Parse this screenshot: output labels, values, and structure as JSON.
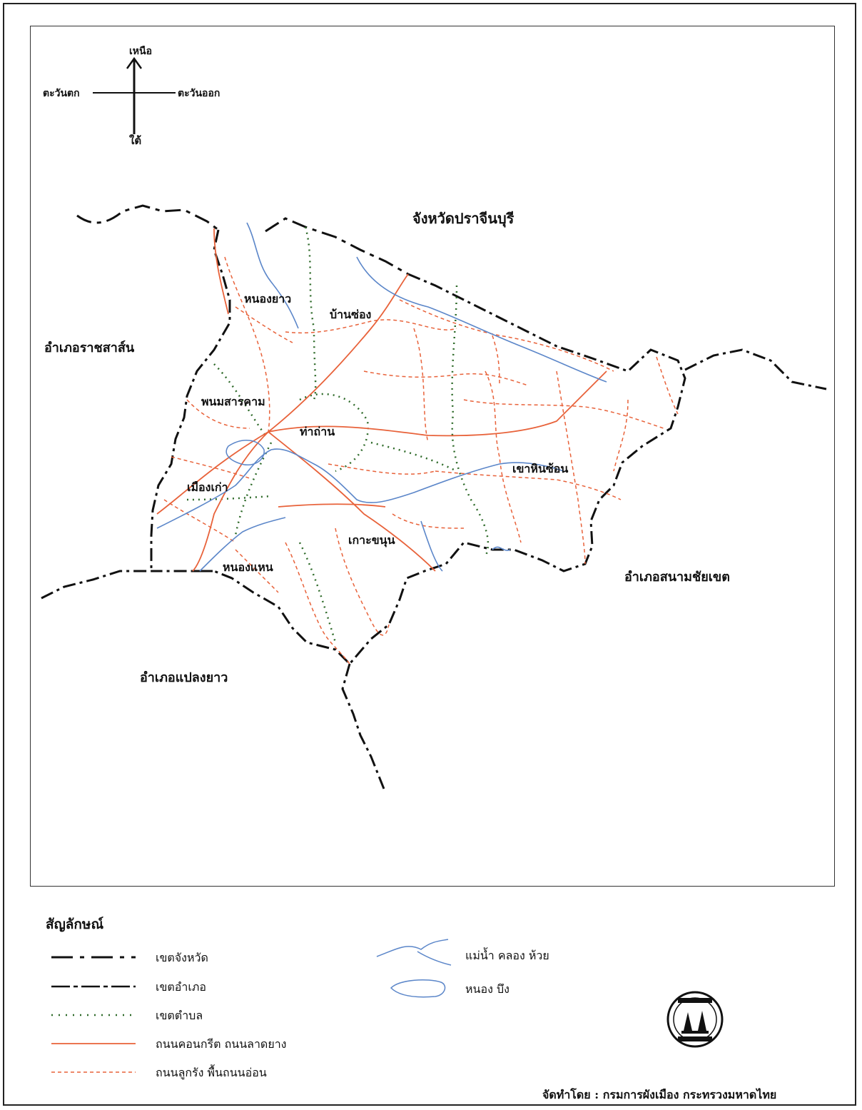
{
  "compass": {
    "north": "เหนือ",
    "south": "ใต้",
    "east": "ตะวันออก",
    "west": "ตะวันตก"
  },
  "province_label": "จังหวัดปราจีนบุรี",
  "district_labels": {
    "west": "อำเภอราชสาส์น",
    "southeast": "อำเภอสนามชัยเขต",
    "southwest": "อำเภอแปลงยาว"
  },
  "subdistrict_labels": [
    "หนองยาว",
    "บ้านซ่อง",
    "พนมสารคาม",
    "ท่าถ่าน",
    "เมืองเก่า",
    "เขาหินซ้อน",
    "เกาะขนุน",
    "หนองแหน"
  ],
  "legend": {
    "title": "สัญลักษณ์",
    "items": [
      {
        "label": "เขตจังหวัด",
        "symbol": "province-boundary"
      },
      {
        "label": "เขตอำเภอ",
        "symbol": "district-boundary"
      },
      {
        "label": "เขตตำบล",
        "symbol": "subdistrict-boundary"
      },
      {
        "label": "ถนนคอนกรีต ถนนลาดยาง",
        "symbol": "paved-road"
      },
      {
        "label": "ถนนลูกรัง พื้นถนนอ่อน",
        "symbol": "laterite-road"
      },
      {
        "label": "แม่น้ำ คลอง ห้วย",
        "symbol": "river"
      },
      {
        "label": "หนอง บึง",
        "symbol": "swamp"
      }
    ]
  },
  "credit": "จัดทำโดย : กรมการผังเมือง กระทรวงมหาดไทย",
  "colors": {
    "boundary": "#111111",
    "road": "#e8623a",
    "river": "#5b86c9",
    "subdistrict": "#2f6b2a"
  },
  "icons": {
    "seal": "department-seal-icon"
  }
}
